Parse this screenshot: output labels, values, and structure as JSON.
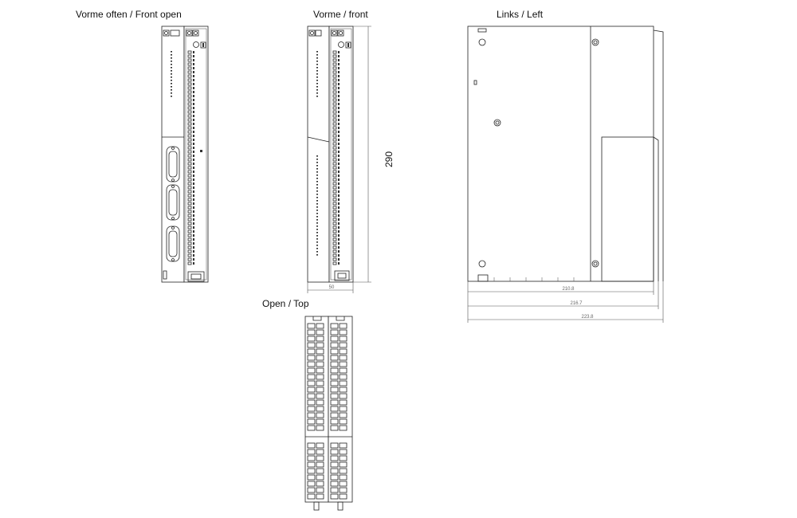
{
  "views": {
    "front_open": {
      "title": "Vorme often / Front open"
    },
    "front": {
      "title": "Vorme / front",
      "height_dim": "290",
      "width_dim": "50"
    },
    "left": {
      "title": "Links / Left",
      "dim_1": "210.8",
      "dim_2": "216.7",
      "dim_3": "223.8"
    },
    "top": {
      "title": "Open / Top"
    }
  }
}
